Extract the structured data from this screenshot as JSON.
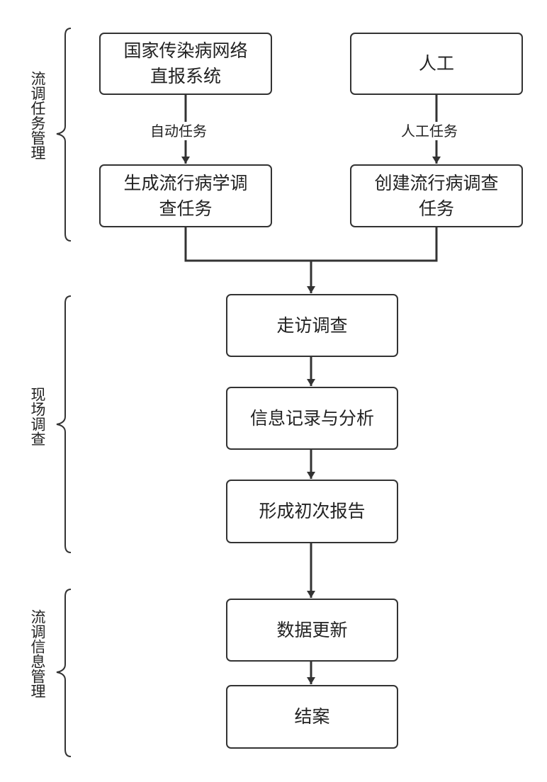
{
  "groups": {
    "task_management": "流调任务管理",
    "field_investigation": "现场调查",
    "info_management": "流调信息管理"
  },
  "nodes": {
    "national_system": [
      "国家传染病网络",
      "直报系统"
    ],
    "manual": [
      "人工"
    ],
    "generate_task": [
      "生成流行病学调",
      "查任务"
    ],
    "create_task": [
      "创建流行病调查",
      "任务"
    ],
    "visit_survey": [
      "走访调查"
    ],
    "record_analysis": [
      "信息记录与分析"
    ],
    "preliminary_report": [
      "形成初次报告"
    ],
    "data_update": [
      "数据更新"
    ],
    "close_case": [
      "结案"
    ]
  },
  "edges": {
    "auto_task": "自动任务",
    "manual_task": "人工任务"
  }
}
